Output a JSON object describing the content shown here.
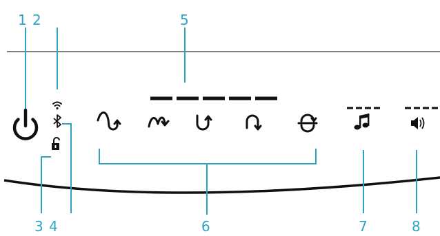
{
  "callouts": {
    "power": "1",
    "wifi": "2",
    "lock": "3",
    "bluetooth": "4",
    "segment_display": "5",
    "mode_icons": "6",
    "music": "7",
    "volume": "8"
  },
  "icons": {
    "power": "power-icon",
    "wifi": "wifi-icon",
    "bluetooth": "bluetooth-icon",
    "lock": "unlock-icon",
    "modes": [
      "curve-up-arrow-icon",
      "wave-arrow-icon",
      "u-turn-up-icon",
      "arch-down-icon",
      "loop-icon"
    ],
    "music": "music-note-icon",
    "volume": "speaker-volume-icon"
  },
  "colors": {
    "callout": "#2fa3c4",
    "icon": "#111111",
    "outline": "#222222"
  }
}
